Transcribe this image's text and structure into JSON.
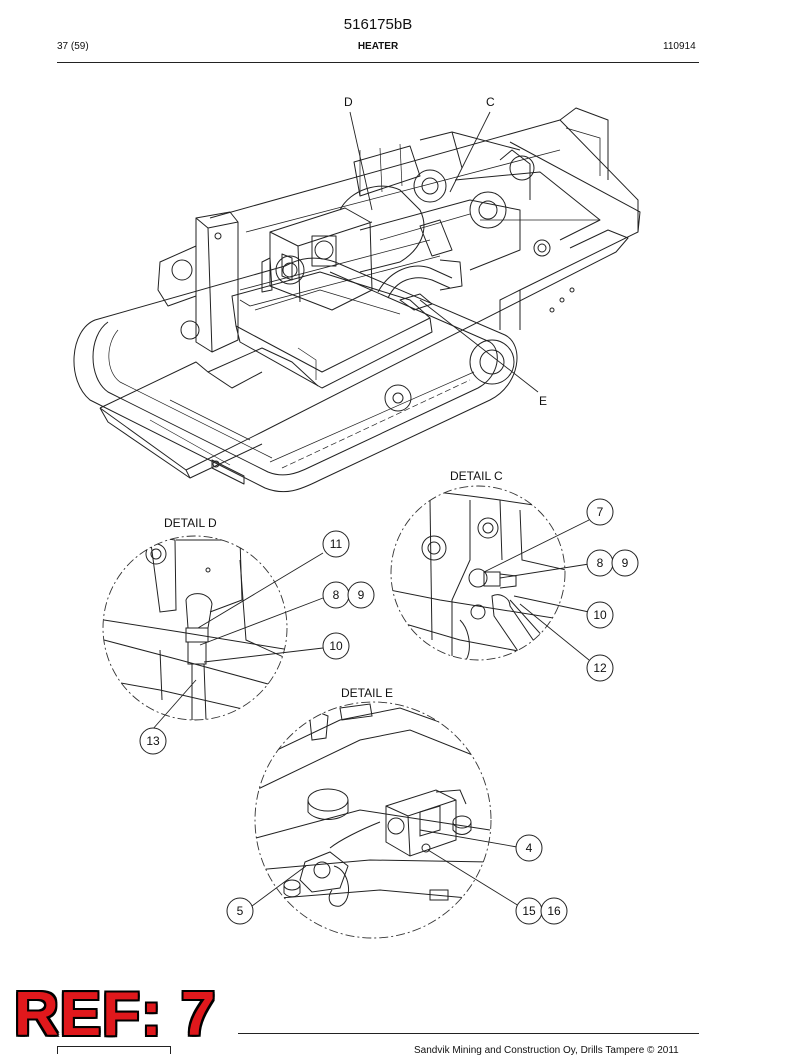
{
  "header": {
    "doc_code": "516175bB",
    "page": "37 (59)",
    "section": "HEATER",
    "revision": "110914"
  },
  "view_labels": {
    "d": "D",
    "c": "C",
    "e": "E"
  },
  "details": {
    "c": "DETAIL C",
    "d": "DETAIL D",
    "e": "DETAIL E"
  },
  "callouts": {
    "c_7": "7",
    "c_8": "8",
    "c_9": "9",
    "c_10": "10",
    "c_12": "12",
    "d_11": "11",
    "d_8": "8",
    "d_9": "9",
    "d_10": "10",
    "d_13": "13",
    "e_4": "4",
    "e_5": "5",
    "e_15": "15",
    "e_16": "16"
  },
  "footer": {
    "ref_stamp": "REF: 7",
    "copyright": "Sandvik Mining and Construction Oy, Drills Tampere © 2011"
  }
}
